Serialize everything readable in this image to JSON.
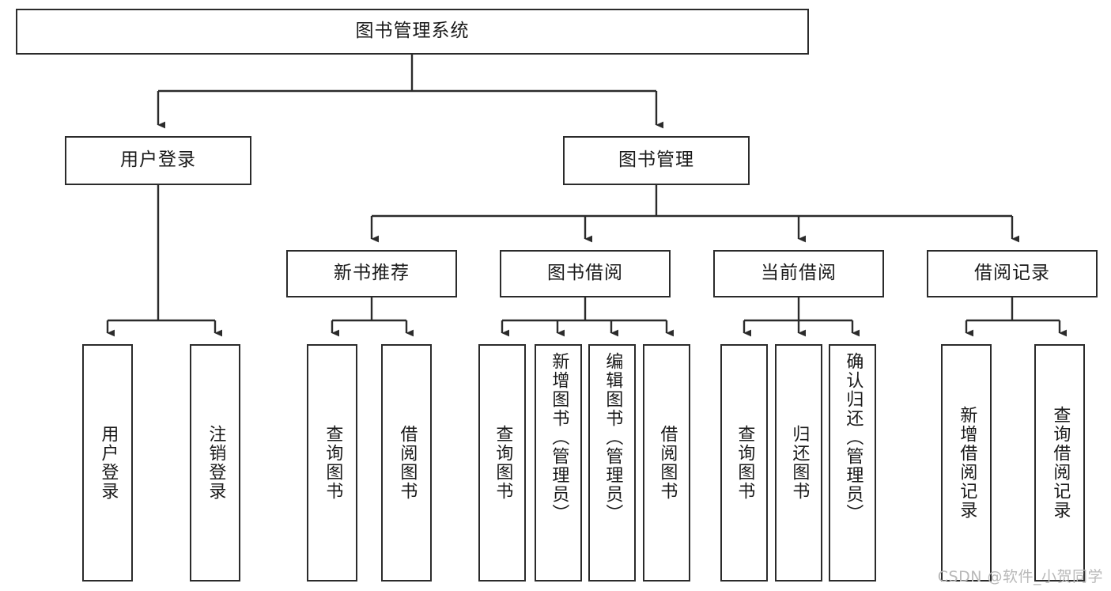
{
  "diagram": {
    "title": "图书管理系统",
    "type": "tree",
    "watermark": "CSDN @软件_小贺同学",
    "colors": {
      "node_border": "#2b2b2b",
      "node_fill": "#ffffff",
      "edge": "#2b2b2b",
      "text": "#1a1a1a",
      "watermark": "#b9b9b9",
      "background": "#ffffff"
    },
    "levels": {
      "root": {
        "label": "图书管理系统"
      },
      "level2": [
        {
          "id": "user-login",
          "label": "用户登录"
        },
        {
          "id": "book-manage",
          "label": "图书管理"
        }
      ],
      "level3": [
        {
          "id": "new-book-rec",
          "label": "新书推荐",
          "parent": "book-manage"
        },
        {
          "id": "book-borrow",
          "label": "图书借阅",
          "parent": "book-manage"
        },
        {
          "id": "current-borrow",
          "label": "当前借阅",
          "parent": "book-manage"
        },
        {
          "id": "borrow-record",
          "label": "借阅记录",
          "parent": "book-manage"
        }
      ],
      "leaves": [
        {
          "id": "leaf-user-login",
          "label": "用户登录",
          "parent": "user-login"
        },
        {
          "id": "leaf-logout",
          "label": "注销登录",
          "parent": "user-login"
        },
        {
          "id": "leaf-rec-query-book",
          "label": "查询图书",
          "parent": "new-book-rec"
        },
        {
          "id": "leaf-rec-borrow-book",
          "label": "借阅图书",
          "parent": "new-book-rec"
        },
        {
          "id": "leaf-borrow-query-book",
          "label": "查询图书",
          "parent": "book-borrow"
        },
        {
          "id": "leaf-add-book",
          "label": "新增图书（管理员）",
          "parent": "book-borrow"
        },
        {
          "id": "leaf-edit-book",
          "label": "编辑图书（管理员）",
          "parent": "book-borrow"
        },
        {
          "id": "leaf-borrow-book",
          "label": "借阅图书",
          "parent": "book-borrow"
        },
        {
          "id": "leaf-cur-query-book",
          "label": "查询图书",
          "parent": "current-borrow"
        },
        {
          "id": "leaf-return-book",
          "label": "归还图书",
          "parent": "current-borrow"
        },
        {
          "id": "leaf-confirm-return",
          "label": "确认归还（管理员）",
          "parent": "current-borrow"
        },
        {
          "id": "leaf-add-record",
          "label": "新增借阅记录",
          "parent": "borrow-record"
        },
        {
          "id": "leaf-query-record",
          "label": "查询借阅记录",
          "parent": "borrow-record"
        }
      ]
    }
  }
}
